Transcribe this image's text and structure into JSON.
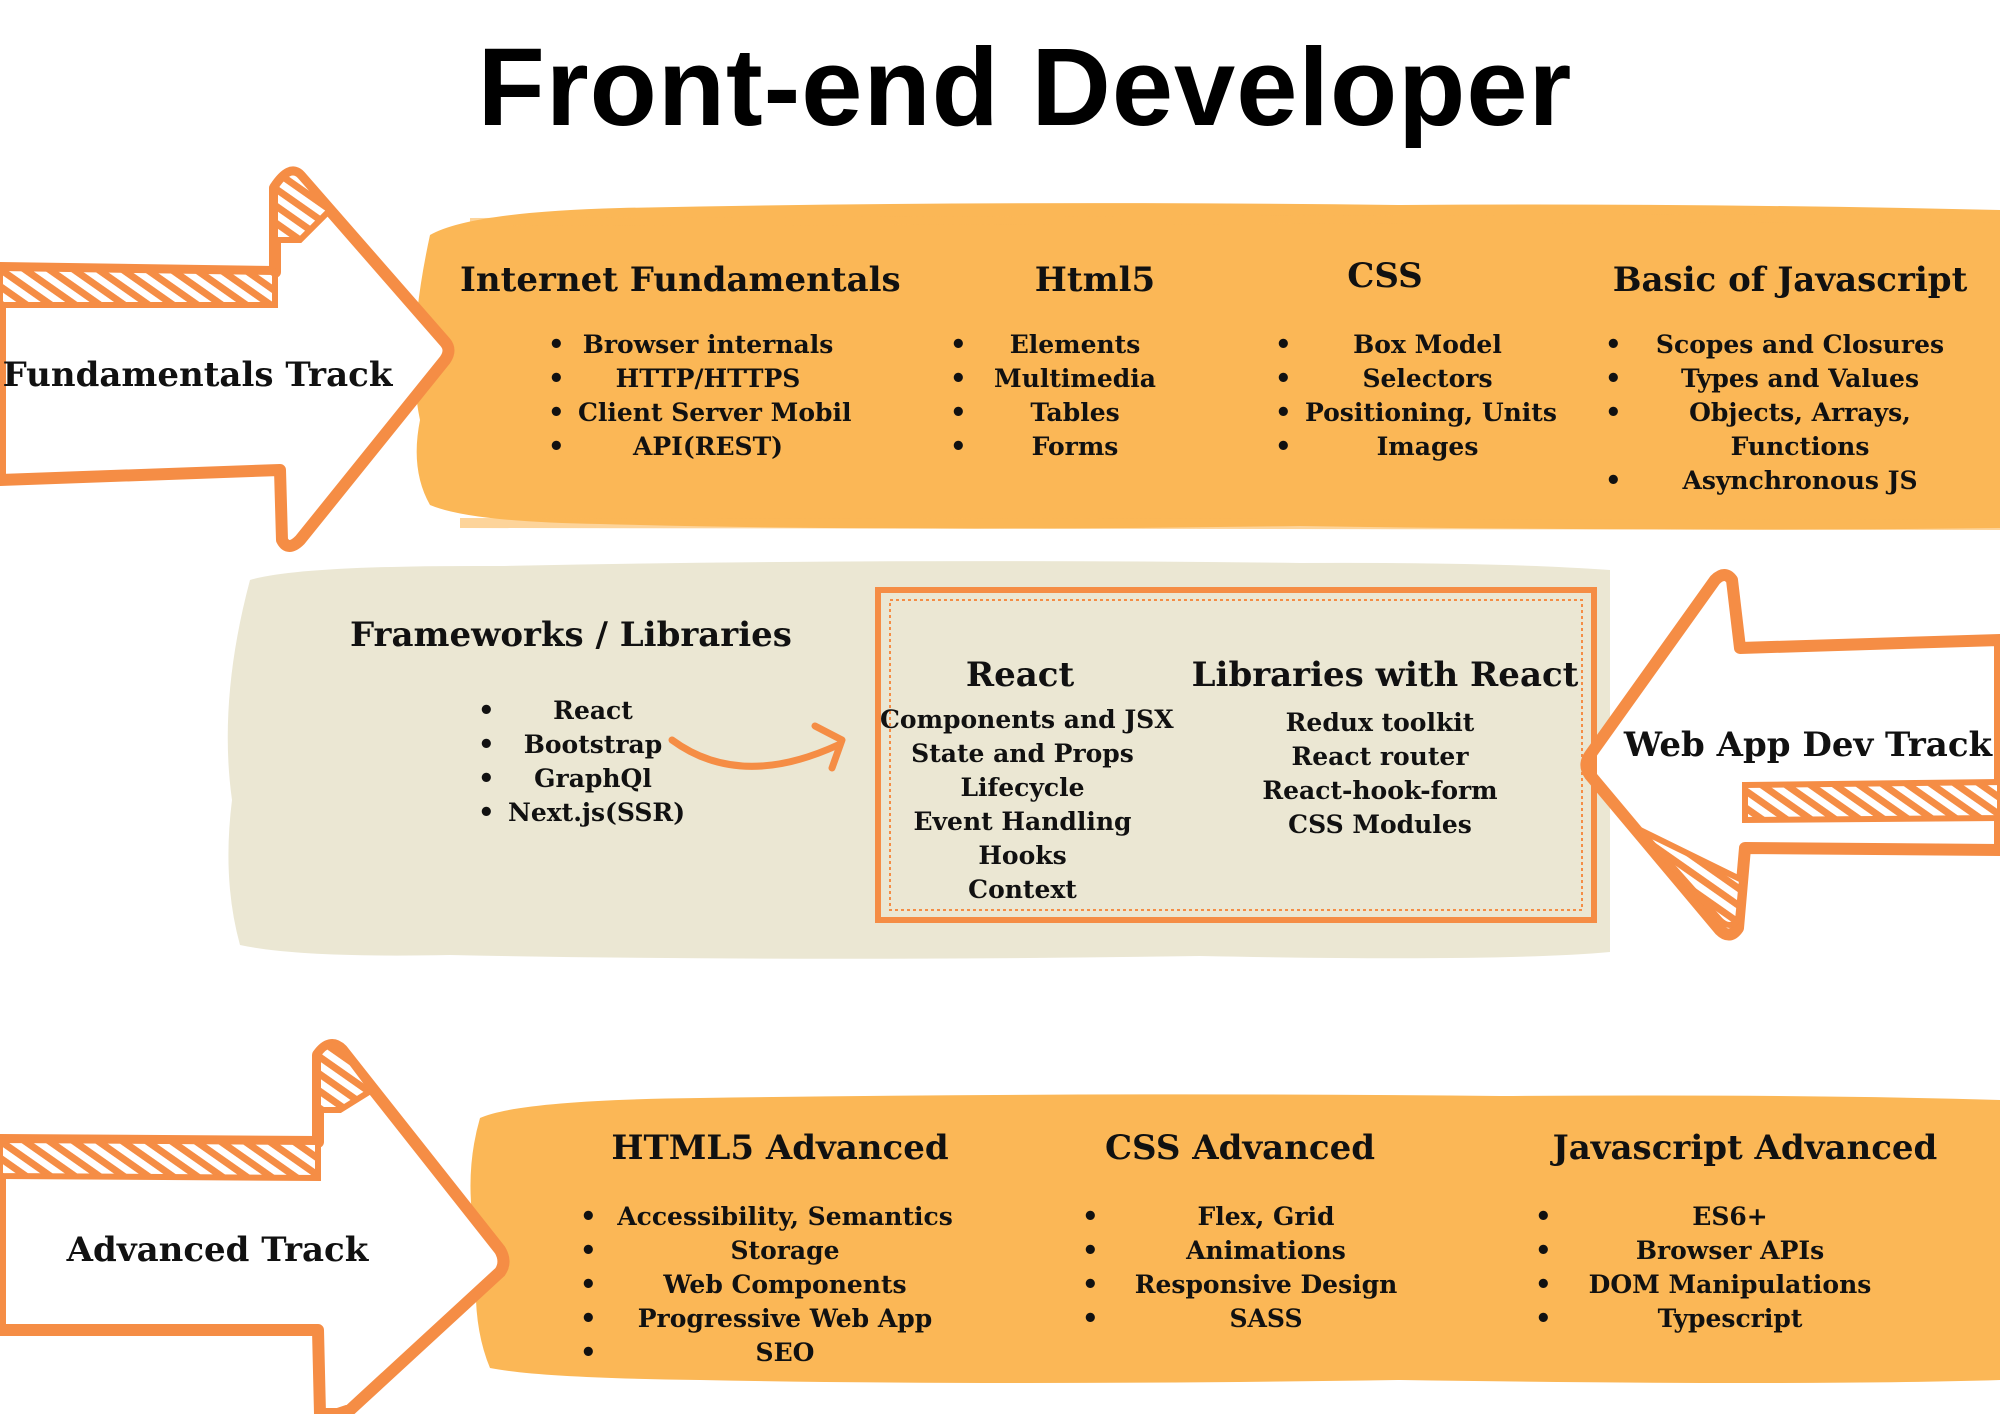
{
  "title": "Front-end Developer",
  "colors": {
    "orange_band": "#fbb756",
    "beige_band": "#ebe7d3",
    "arrow_orange": "#f58d45",
    "text": "#111111"
  },
  "tracks": {
    "fundamentals": "Fundamentals Track",
    "web_app": "Web App Dev Track",
    "advanced": "Advanced Track"
  },
  "fundamentals": {
    "columns": [
      {
        "title": "Internet Fundamentals",
        "items": [
          "Browser internals",
          "HTTP/HTTPS",
          "Client Server Mobil",
          "API(REST)"
        ]
      },
      {
        "title": "Html5",
        "items": [
          "Elements",
          "Multimedia",
          "Tables",
          "Forms"
        ]
      },
      {
        "title": "CSS",
        "items": [
          "Box Model",
          "Selectors",
          "Positioning, Units",
          "Images"
        ]
      },
      {
        "title": "Basic of Javascript",
        "items": [
          "Scopes and Closures",
          "Types and Values",
          "Objects, Arrays, Functions",
          "Asynchronous JS"
        ]
      }
    ]
  },
  "web_app": {
    "frameworks": {
      "title": "Frameworks / Libraries",
      "items": [
        "React",
        "Bootstrap",
        "GraphQl",
        "Next.js(SSR)"
      ]
    },
    "react": {
      "title": "React",
      "items": [
        "Components and JSX",
        "State and Props",
        "Lifecycle",
        "Event Handling",
        "Hooks",
        "Context"
      ]
    },
    "libraries": {
      "title": "Libraries with React",
      "items": [
        "Redux toolkit",
        "React router",
        "React-hook-form",
        "CSS Modules"
      ]
    }
  },
  "advanced": {
    "columns": [
      {
        "title": "HTML5 Advanced",
        "items": [
          "Accessibility, Semantics",
          "Storage",
          "Web Components",
          "Progressive Web App",
          "SEO"
        ]
      },
      {
        "title": "CSS Advanced",
        "items": [
          "Flex, Grid",
          "Animations",
          "Responsive Design",
          "SASS"
        ]
      },
      {
        "title": "Javascript Advanced",
        "items": [
          "ES6+",
          "Browser APIs",
          "DOM Manipulations",
          "Typescript"
        ]
      }
    ]
  }
}
